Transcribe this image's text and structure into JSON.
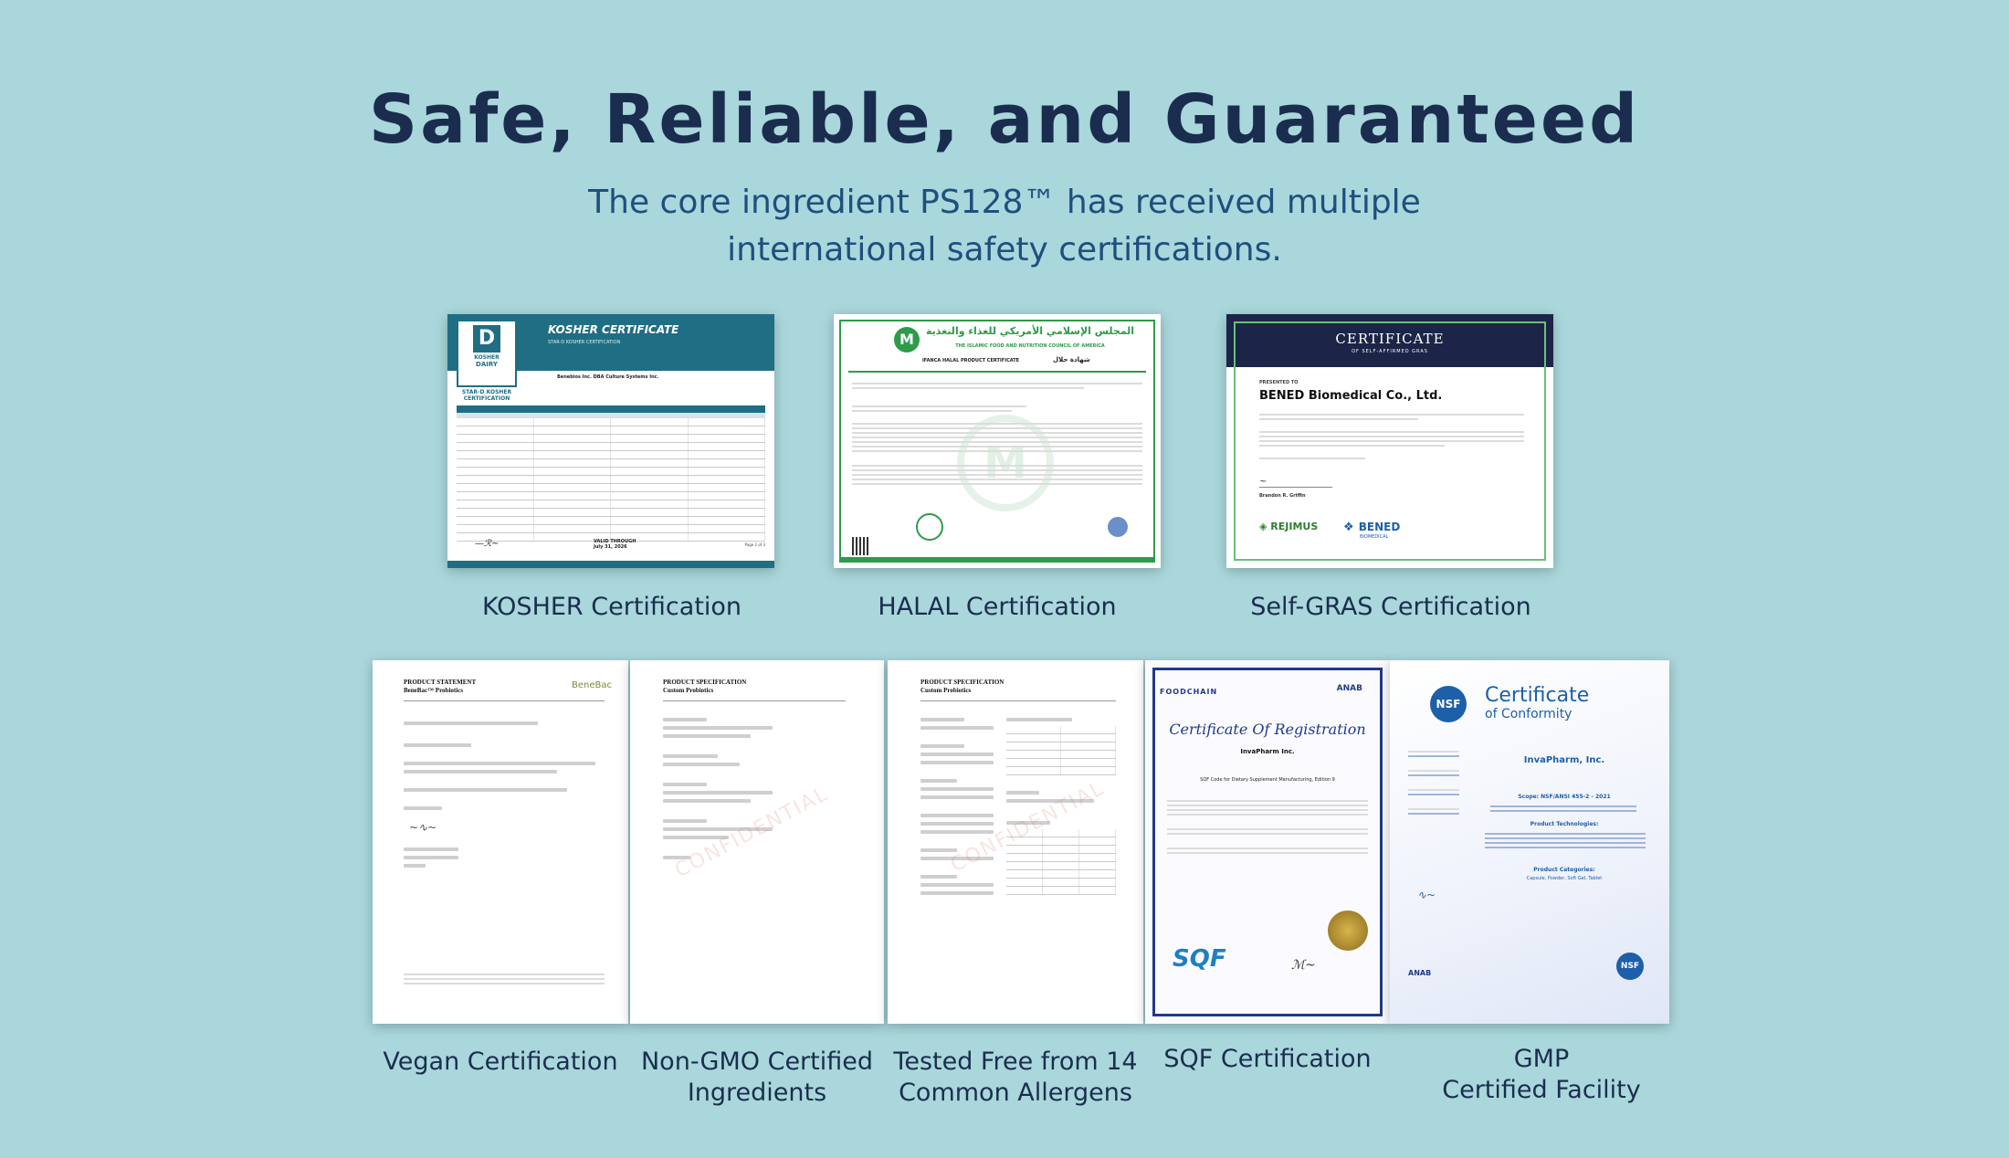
{
  "header": {
    "title": "Safe, Reliable, and Guaranteed",
    "subtitle_line1": "The core ingredient PS128™ has received multiple",
    "subtitle_line2": "international safety certifications."
  },
  "certifications_top": [
    {
      "caption": "KOSHER Certification",
      "doc": {
        "heading": "KOSHER CERTIFICATE",
        "subheading": "STAR-D KOSHER CERTIFICATION",
        "logo_letter": "D",
        "logo_side": "KOSHER",
        "logo_bottom": "DAIRY",
        "logo_caption1": "STAR-D KOSHER",
        "logo_caption2": "CERTIFICATION",
        "company": "Benebios Inc. DBA Culture Systems Inc.",
        "valid": "VALID THROUGH",
        "valid_date": "July 31, 2026",
        "page": "Page 2 of 3"
      }
    },
    {
      "caption": "HALAL Certification",
      "doc": {
        "arabic": "المجلس الإسلامي الأمريكي للغذاء والتغذية",
        "org": "THE ISLAMIC FOOD AND NUTRITION COUNCIL OF AMERICA",
        "heading": "IFANCA HALAL PRODUCT CERTIFICATE",
        "arabic_right": "شهادة حلال",
        "logo_letter": "M"
      }
    },
    {
      "caption": "Self-GRAS Certification",
      "doc": {
        "heading": "CERTIFICATE",
        "subheading": "OF SELF-AFFIRMED GRAS",
        "presented": "PRESENTED TO",
        "company": "BENED Biomedical Co., Ltd.",
        "signer": "Brandon R. Griffin",
        "brand1": "REJIMUS",
        "brand2": "BENED",
        "brand2_sub": "BIOMEDICAL"
      }
    }
  ],
  "certifications_bottom": [
    {
      "caption_line1": "Vegan Certification",
      "caption_line2": "",
      "doc": {
        "heading": "PRODUCT STATEMENT",
        "subheading": "BeneBac™ Probiotics",
        "brand": "BeneBac"
      }
    },
    {
      "caption_line1": "Non-GMO Certified",
      "caption_line2": "Ingredients",
      "doc": {
        "heading": "PRODUCT SPECIFICATION",
        "subheading": "Custom Probiotics",
        "watermark": "CONFIDENTIAL"
      }
    },
    {
      "caption_line1": "Tested Free from 14",
      "caption_line2": "Common Allergens",
      "doc": {
        "heading": "PRODUCT SPECIFICATION",
        "subheading": "Custom Probiotics",
        "watermark": "CONFIDENTIAL"
      }
    },
    {
      "caption_line1": "SQF Certification",
      "caption_line2": "",
      "doc": {
        "brand": "FOODCHAIN",
        "heading": "Certificate Of Registration",
        "company": "InvaPharm Inc.",
        "code": "SQF Code for Dietary Supplement Manufacturing, Edition 9",
        "logo": "SQF",
        "anab": "ANAB"
      }
    },
    {
      "caption_line1": "GMP",
      "caption_line2": "Certified Facility",
      "doc": {
        "logo": "NSF",
        "heading_line1": "Certificate",
        "heading_line2": "of Conformity",
        "company": "InvaPharm, Inc.",
        "scope": "Scope: NSF/ANSI 455-2 - 2021",
        "tech": "Product Technologies:",
        "categories": "Product Categories:",
        "categories_val": "Capsule, Powder, Soft Gel, Tablet"
      }
    }
  ],
  "colors": {
    "background": "#a9d7db",
    "title": "#1b2d4f",
    "subtitle": "#1f4f7e",
    "kosher_teal": "#1f6e84",
    "halal_green": "#2e9b4a",
    "gras_navy": "#1c2548",
    "nsf_blue": "#1d5fa8"
  }
}
